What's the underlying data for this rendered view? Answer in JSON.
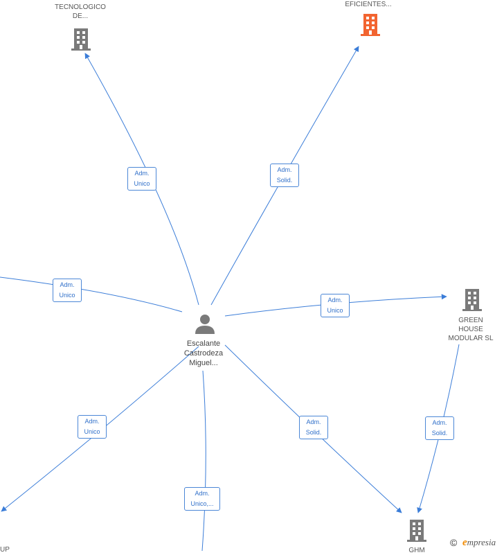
{
  "colors": {
    "edge": "#3b7dd8",
    "company_icon": "#7a7a7a",
    "company_icon_highlight": "#f26430",
    "person_icon": "#7a7a7a",
    "brand_e": "#f08a00"
  },
  "person": {
    "icon": "person-icon",
    "label": "Escalante\nCastrodeza\nMiguel..."
  },
  "companies": [
    {
      "id": "tecnologico",
      "label": "TECNOLOGICO\nDE...",
      "icon": "building-icon",
      "highlight": false
    },
    {
      "id": "eficientes",
      "label": "EFICIENTES...",
      "icon": "building-icon",
      "highlight": true
    },
    {
      "id": "green-house",
      "label": "GREEN\nHOUSE\nMODULAR  SL",
      "icon": "building-icon",
      "highlight": false
    },
    {
      "id": "ghm",
      "label": "GHM",
      "icon": "building-icon",
      "highlight": false
    },
    {
      "id": "up",
      "label": "UP",
      "icon": "building-icon",
      "highlight": false
    }
  ],
  "edges": [
    {
      "id": "e-tecnologico",
      "label": "Adm.\nUnico"
    },
    {
      "id": "e-eficientes",
      "label": "Adm.\nSolid."
    },
    {
      "id": "e-left",
      "label": "Adm.\nUnico"
    },
    {
      "id": "e-green",
      "label": "Adm.\nUnico"
    },
    {
      "id": "e-bottomleft",
      "label": "Adm.\nUnico"
    },
    {
      "id": "e-bottom",
      "label": "Adm.\nUnico,..."
    },
    {
      "id": "e-ghm",
      "label": "Adm.\nSolid."
    },
    {
      "id": "e-green-ghm",
      "label": "Adm.\nSolid."
    }
  ],
  "footer": {
    "copyright": "©",
    "brand_initial": "e",
    "brand_rest": "mpresia"
  }
}
